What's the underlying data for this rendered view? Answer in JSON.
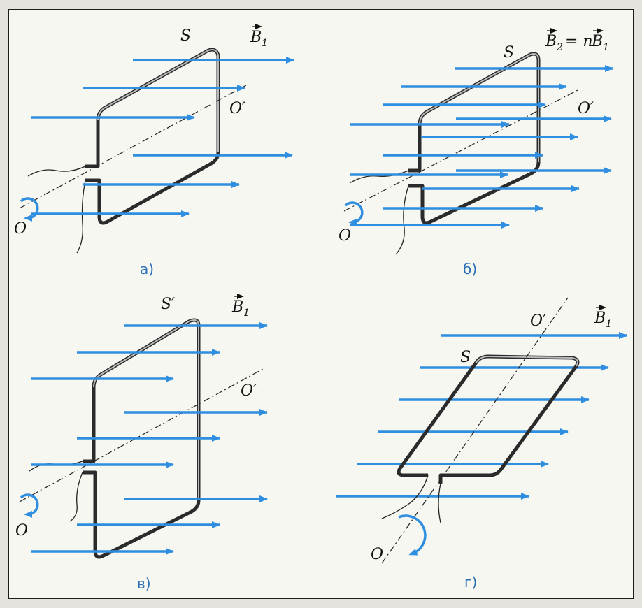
{
  "colors": {
    "field_line": "#2f8ee0",
    "loop_stroke": "#2b2b2b",
    "loop_fill": "#b9b9b9",
    "caption": "#2a6fb5",
    "paper": "#f7f7f2",
    "frame": "#1c1c1c"
  },
  "panels": {
    "a": {
      "caption": "а)",
      "area": "S",
      "field": "B",
      "field_sub": "1",
      "axis_start": "O",
      "axis_end": "O′"
    },
    "b": {
      "caption": "б)",
      "area": "S",
      "field": "B",
      "field_sub": "2",
      "field_eq": "= n",
      "field2": "B",
      "field2_sub": "1",
      "axis_start": "O",
      "axis_end": "O′"
    },
    "v": {
      "caption": "в)",
      "area": "S′",
      "field": "B",
      "field_sub": "1",
      "axis_start": "O",
      "axis_end": "O′"
    },
    "g": {
      "caption": "г)",
      "area": "S",
      "field": "B",
      "field_sub": "1",
      "axis_start": "O",
      "axis_end": "O′"
    }
  }
}
